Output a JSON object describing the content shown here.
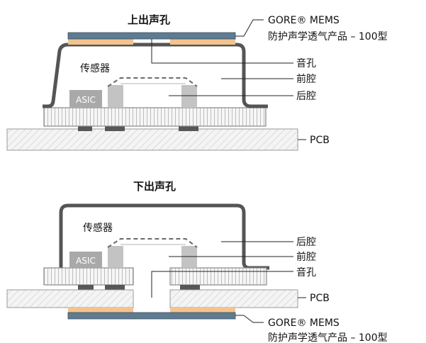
{
  "top_panel": {
    "title": "上出声孔",
    "sensor_label": "传感器",
    "asic_label": "ASIC",
    "membrane_label_line1": "GORE® MEMS",
    "membrane_label_line2": "防护声学透气产品 – 100型",
    "sound_hole_label": "音孔",
    "front_cavity_label": "前腔",
    "back_cavity_label": "后腔",
    "pcb_label": "PCB"
  },
  "bottom_panel": {
    "title": "下出声孔",
    "sensor_label": "传感器",
    "asic_label": "ASIC",
    "back_cavity_label": "后腔",
    "front_cavity_label": "前腔",
    "sound_hole_label": "音孔",
    "pcb_label": "PCB",
    "membrane_label_line1": "GORE® MEMS",
    "membrane_label_line2": "防护声学透气产品 – 100型"
  },
  "colors": {
    "membrane_blue": "#5f7b91",
    "membrane_orange": "#f4c48d",
    "casing": "#555555",
    "chip": "#a9a9a9"
  }
}
